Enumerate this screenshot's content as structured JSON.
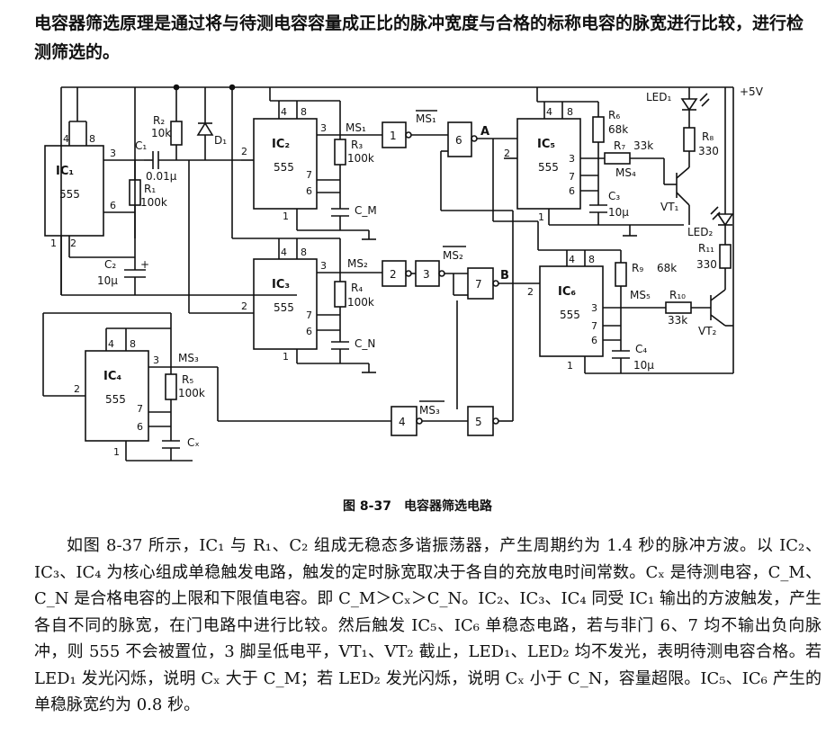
{
  "intro": "电容器筛选原理是通过将与待测电容容量成正比的脉冲宽度与合格的标称电容的脉宽进行比较，进行检测筛选的。",
  "caption": "图 8-37　电容器筛选电路",
  "description": "如图 8-37 所示，IC₁ 与 R₁、C₂ 组成无稳态多谐振荡器，产生周期约为 1.4 秒的脉冲方波。以 IC₂、IC₃、IC₄ 为核心组成单稳触发电路，触发的定时脉宽取决于各自的充放电时间常数。Cₓ 是待测电容，C_M、C_N 是合格电容的上限和下限值电容。即 C_M＞Cₓ＞C_N。IC₂、IC₃、IC₄ 同受 IC₁ 输出的方波触发，产生各自不同的脉宽，在门电路中进行比较。然后触发 IC₅、IC₆ 单稳态电路，若与非门 6、7 均不输出负向脉冲，则 555 不会被置位，3 脚呈低电平，VT₁、VT₂ 截止，LED₁、LED₂ 均不发光，表明待测电容合格。若 LED₁ 发光闪烁，说明 Cₓ 大于 C_M；若 LED₂ 发光闪烁，说明 Cₓ 小于 C_N，容量超限。IC₅、IC₆ 产生的单稳脉宽约为 0.8 秒。",
  "diagram": {
    "ics": [
      {
        "id": "ic1",
        "name": "IC₁",
        "type": "555"
      },
      {
        "id": "ic2",
        "name": "IC₂",
        "type": "555"
      },
      {
        "id": "ic3",
        "name": "IC₃",
        "type": "555"
      },
      {
        "id": "ic4",
        "name": "IC₄",
        "type": "555"
      },
      {
        "id": "ic5",
        "name": "IC₅",
        "type": "555"
      },
      {
        "id": "ic6",
        "name": "IC₆",
        "type": "555"
      }
    ],
    "gates": [
      "1",
      "2",
      "3",
      "4",
      "5",
      "6",
      "7"
    ],
    "components": {
      "r1": "R₁",
      "r1v": "100k",
      "r2": "R₂",
      "r2v": "10k",
      "r3": "R₃",
      "r3v": "100k",
      "r4": "R₄",
      "r4v": "100k",
      "r5": "R₅",
      "r5v": "100k",
      "r6": "R₆",
      "r6v": "68k",
      "r7": "R₇",
      "r7v": "33k",
      "r8": "R₈",
      "r8v": "330",
      "r9": "R₉",
      "r9v": "68k",
      "r10": "R₁₀",
      "r10v": "33k",
      "r11": "R₁₁",
      "r11v": "330",
      "c1": "C₁",
      "c1v": "0.01μ",
      "c2": "C₂",
      "c2v": "10μ",
      "c3": "C₃",
      "c3v": "10μ",
      "c4": "C₄",
      "c4v": "10μ",
      "cm": "C_M",
      "cn": "C_N",
      "cx": "Cₓ",
      "d1": "D₁",
      "led1": "LED₁",
      "led2": "LED₂",
      "vt1": "VT₁",
      "vt2": "VT₂",
      "vcc": "+5V"
    },
    "signals": {
      "ms1": "MS₁",
      "ms1n": "MS₁",
      "ms2": "MS₂",
      "ms2n": "MS₂",
      "ms3": "MS₃",
      "ms3n": "MS₃",
      "ms4": "MS₄",
      "ms5": "MS₅",
      "a": "A",
      "b": "B"
    }
  }
}
